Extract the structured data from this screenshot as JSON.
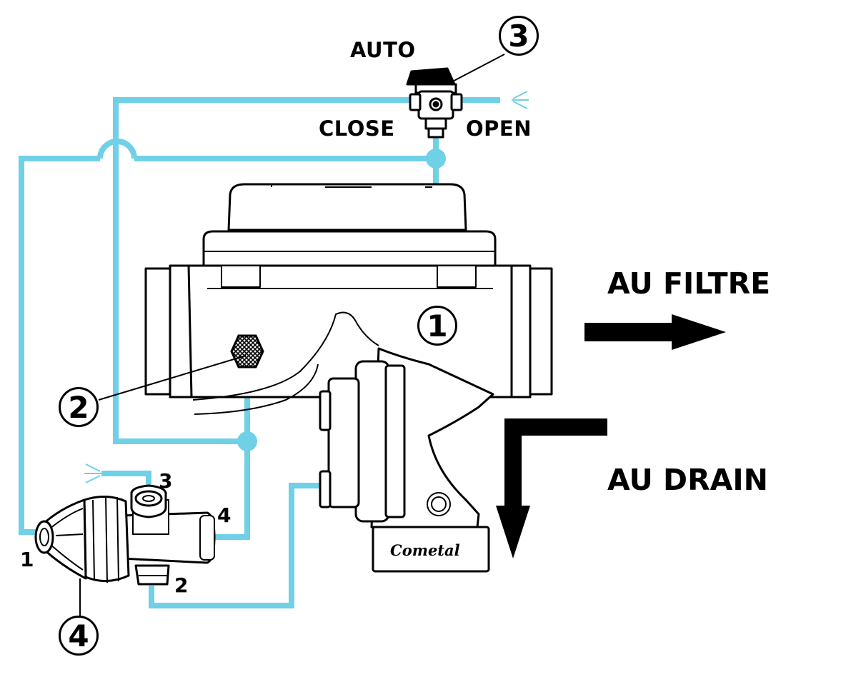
{
  "labels": {
    "auto": "AUTO",
    "close": "CLOSE",
    "open": "OPEN",
    "to_filter": "AU FILTRE",
    "to_drain": "AU DRAIN"
  },
  "callouts": {
    "c1": "1",
    "c2": "2",
    "c3": "3",
    "c4": "4"
  },
  "pilot_ports": {
    "p1": "1",
    "p2": "2",
    "p3": "3",
    "p4": "4"
  },
  "brand": "Cometal",
  "colors": {
    "tubing": "#6fd0e6",
    "outline": "#000000",
    "background": "#ffffff"
  }
}
